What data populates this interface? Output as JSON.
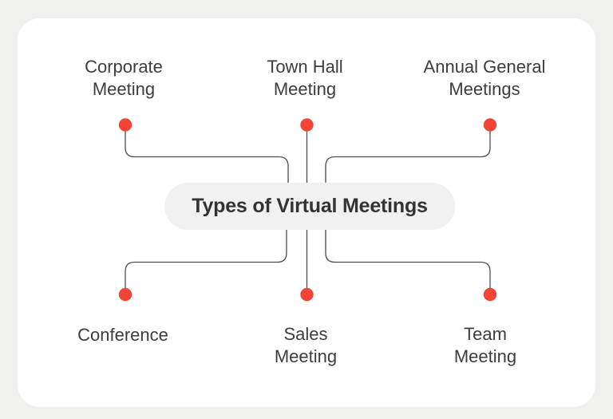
{
  "diagram": {
    "center_label": "Types of Virtual Meetings",
    "top_nodes": [
      {
        "label": "Corporate\nMeeting"
      },
      {
        "label": "Town Hall\nMeeting"
      },
      {
        "label": "Annual General\nMeetings"
      }
    ],
    "bottom_nodes": [
      {
        "label": "Conference"
      },
      {
        "label": "Sales\nMeeting"
      },
      {
        "label": "Team\nMeeting"
      }
    ],
    "colors": {
      "dot": "#f34438",
      "line": "#4d4d4d",
      "pill_bg": "#f1f1f1",
      "pill_text": "#333333",
      "label_text": "#3d3d3d",
      "card_bg": "#ffffff",
      "page_bg": "#f0f0ef"
    }
  }
}
